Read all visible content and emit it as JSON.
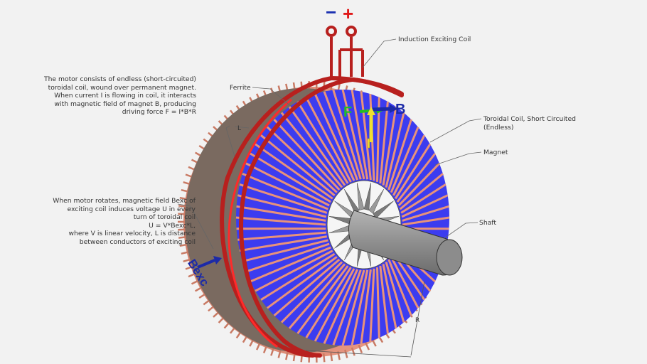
{
  "description_left": [
    "The motor consists of endless (short-circuited)",
    "toroidal coil, wound over permanent magnet.",
    "When current I is flowing in coil, it interacts",
    "with magnetic field of magnet B, producing",
    "driving force F = I*B*R"
  ],
  "description_rotation": [
    "When motor rotates, magnetic field Bexc of",
    "exciting coil induces voltage U in every",
    "turn of toroidal coil",
    "U = V*Bexc*L,",
    "where V is linear velocity, L is distance",
    "between conductors of exciting coil"
  ],
  "callouts": {
    "induction_coil": "Induction Exciting Coil",
    "ferrite": "Ferrite",
    "toroidal_line1": "Toroidal Coil, Short Circuited",
    "toroidal_line2": "(Endless)",
    "magnet": "Magnet",
    "shaft": "Shaft"
  },
  "symbols": {
    "minus": "−",
    "plus": "+",
    "F": "F",
    "B": "B",
    "I": "I",
    "Bexc": "Bexc",
    "L": "L",
    "R": "R"
  },
  "colors": {
    "background": "#f2f2f2",
    "magnet": "#3c3cf0",
    "coil": "#e8927a",
    "ferrite": "#7a6a60",
    "exciting_coil": "#b8201e",
    "shaft": "#909090",
    "minus": "#1a2fb0",
    "plus": "#e01818",
    "force_arrow": "#22c022",
    "field_arrow": "#1c2aa8",
    "current_arrow": "#f0e030"
  }
}
